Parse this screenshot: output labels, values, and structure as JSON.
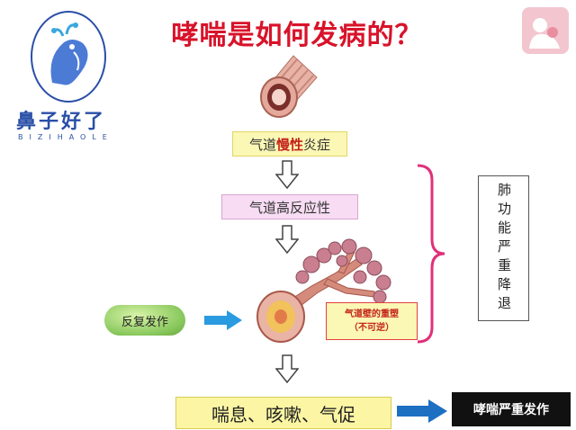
{
  "logo": {
    "name": "鼻子好了",
    "romanized": "BIZIHAOLE"
  },
  "title": "哮喘是如何发病的？",
  "flow": {
    "step1": {
      "prefix": "气道",
      "highlight": "慢性",
      "suffix": "炎症"
    },
    "step2": "气道高反应性",
    "wall_label_line1": "气道壁的重塑",
    "wall_label_line2": "（不可逆）",
    "trigger": "反复发作",
    "symptoms": "喘息、咳嗽、气促",
    "outcome": "哮喘严重发作",
    "side_box": "肺功能严重降退"
  },
  "colors": {
    "title": "#d8132a",
    "logo": "#2a4fa8",
    "bracket": "#e0307a",
    "arrow_blue": "#2a7fd4"
  }
}
